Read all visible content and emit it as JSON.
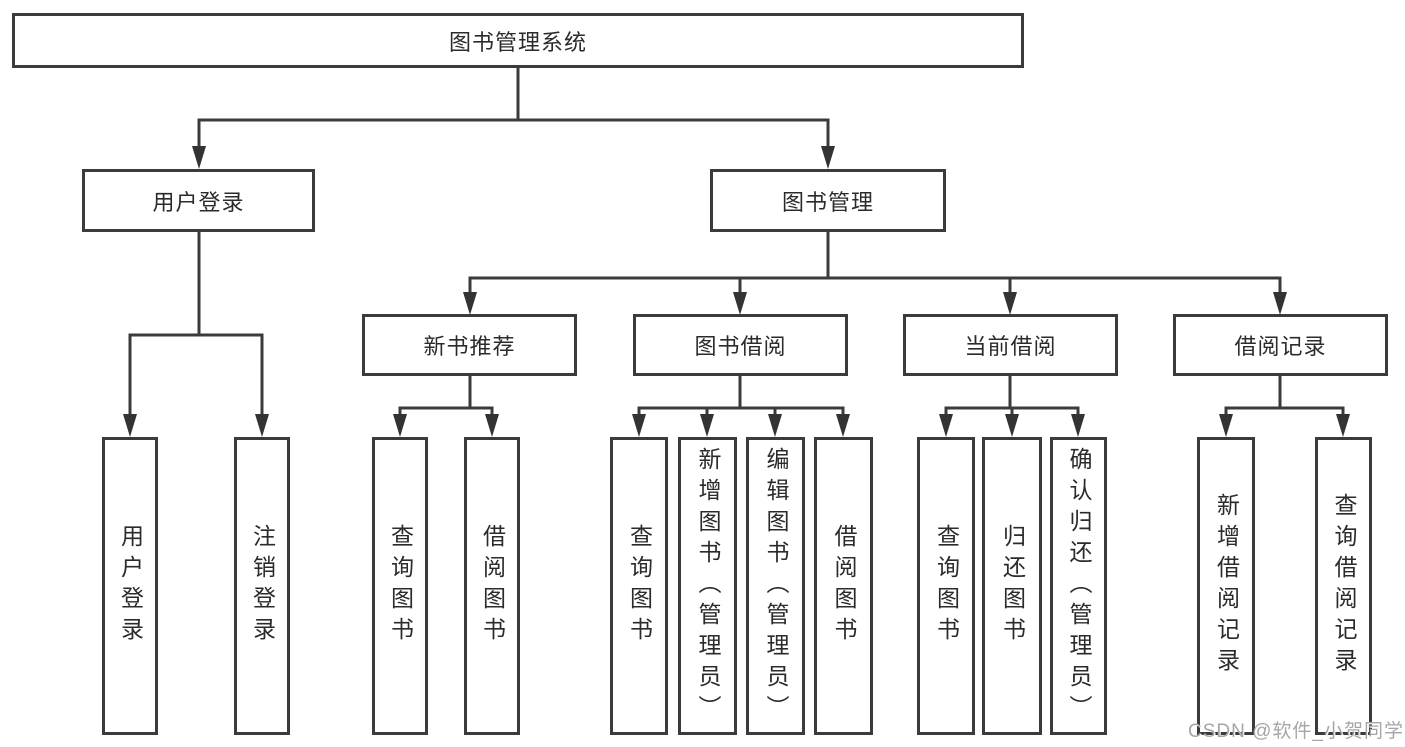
{
  "diagram": {
    "root": "图书管理系统",
    "branches": {
      "user_login": "用户登录",
      "book_mgmt": "图书管理"
    },
    "modules": {
      "new_book": "新书推荐",
      "book_borrow": "图书借阅",
      "current_borrow": "当前借阅",
      "borrow_record": "借阅记录"
    },
    "leaves": {
      "ul_login": "用户登录",
      "ul_logout": "注销登录",
      "nb_query": "查询图书",
      "nb_borrow": "借阅图书",
      "bb_query": "查询图书",
      "bb_add": "新增图书（管理员）",
      "bb_edit": "编辑图书（管理员）",
      "bb_borrow": "借阅图书",
      "cb_query": "查询图书",
      "cb_return": "归还图书",
      "cb_confirm": "确认归还（管理员）",
      "br_add": "新增借阅记录",
      "br_query": "查询借阅记录"
    }
  },
  "watermark": "CSDN @软件_小贺同学",
  "colors": {
    "line": "#3b3b3b",
    "box_border": "#3b3b3b",
    "box_fill": "#ffffff",
    "text": "#2b2b2b",
    "watermark": "#a6a6a6",
    "background": "#ffffff"
  }
}
